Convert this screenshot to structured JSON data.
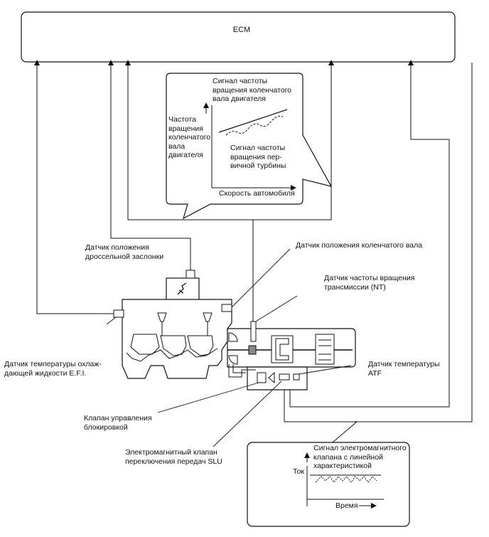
{
  "ecm": {
    "label": "ECM"
  },
  "callout_top": {
    "engine_signal": "Сигнал частоты\nвращения коленчатого\nвала двигателя",
    "y_label": "Частота\nвращения\nколенчатого\nвала\nдвигателя",
    "turbine_signal": "Сигнал частоты\nвращения пер-\nвичной турбины",
    "x_label": "Скорость автомобиля"
  },
  "labels": {
    "throttle_sensor": "Датчик положения\nдроссельной заслонки",
    "crank_sensor": "Датчик положения коленчатого вала",
    "nt_sensor": "Датчик частоты вращения\nтрансмиссии (NT)",
    "coolant_sensor": "Датчик температуры охлаж-\nдающей жидкости E.F.I.",
    "atf_sensor": "Датчик температуры\nATF",
    "lockup_valve": "Клапан управления\nблокировкой",
    "slu_valve": "Электромагнитный клапан\nпереключения передач SLU"
  },
  "callout_bottom": {
    "title": "Сигнал электромагнитного\nклапана с линейной\nхарактеристикой",
    "y_label": "Ток",
    "x_label": "Время"
  }
}
